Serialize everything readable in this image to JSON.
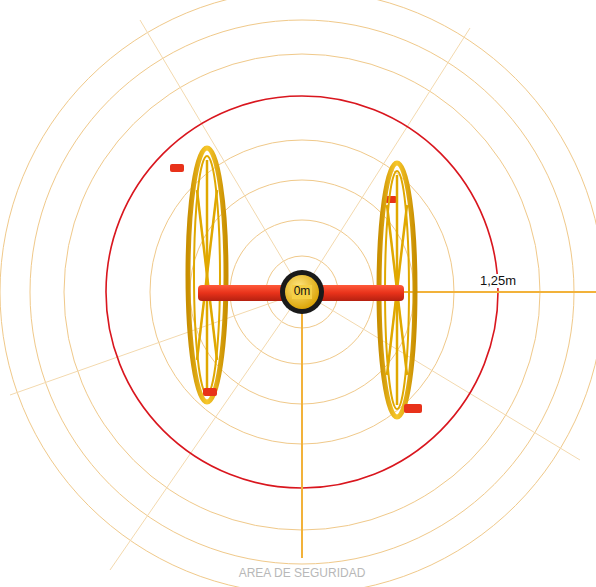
{
  "diagram": {
    "labels": [
      "0m",
      "1,25m",
      "AREA DE SEGURIDAD"
    ]
  }
}
